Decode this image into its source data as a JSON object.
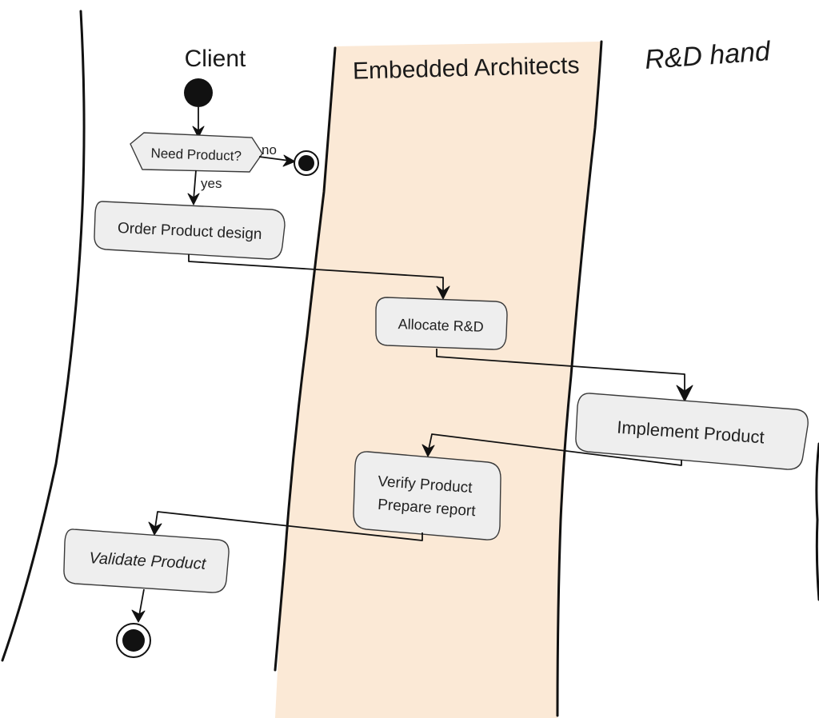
{
  "lanes": {
    "client": "Client",
    "architects": "Embedded Architects",
    "rnd": "R&D hand"
  },
  "nodes": {
    "need_product": "Need Product?",
    "order_design": "Order Product design",
    "allocate_rnd": "Allocate R&D",
    "implement_product": "Implement Product",
    "verify_line1": "Verify Product",
    "verify_line2": "Prepare report",
    "validate_product": "Validate Product"
  },
  "edges": {
    "no_label": "no",
    "yes_label": "yes"
  },
  "colors": {
    "lane_fill": "#fbe9d6",
    "node_fill": "#eeeeee",
    "ink": "#111111"
  }
}
